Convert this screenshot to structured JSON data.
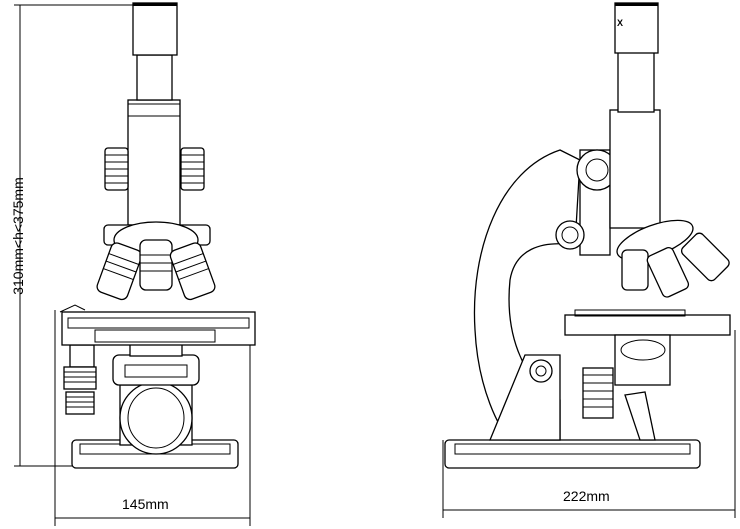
{
  "dimensions": {
    "height_range": "310mm<h<375mm",
    "front_width": "145mm",
    "side_depth": "222mm"
  },
  "eyepiece_mark": "X"
}
